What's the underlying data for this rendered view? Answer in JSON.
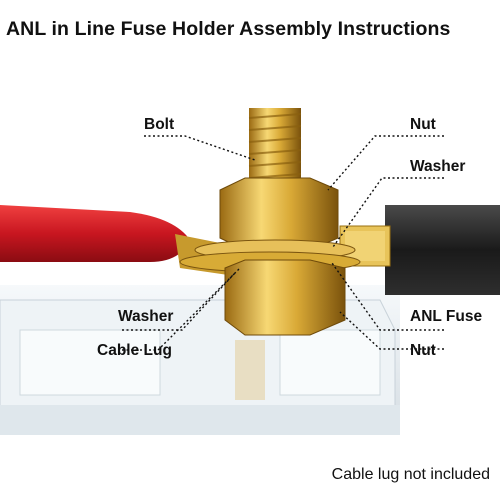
{
  "title": "ANL in Line Fuse Holder Assembly Instructions",
  "labels": {
    "bolt": "Bolt",
    "nut_top": "Nut",
    "washer_top": "Washer",
    "washer_bottom": "Washer",
    "anl_fuse": "ANL Fuse",
    "cable_lug": "Cable Lug",
    "nut_bottom": "Nut"
  },
  "note": "Cable lug not included",
  "colors": {
    "brass": "#d4a52e",
    "red_cable": "#d0202a",
    "fuse_body": "#2a2a2a",
    "base": "#e8eef2"
  }
}
